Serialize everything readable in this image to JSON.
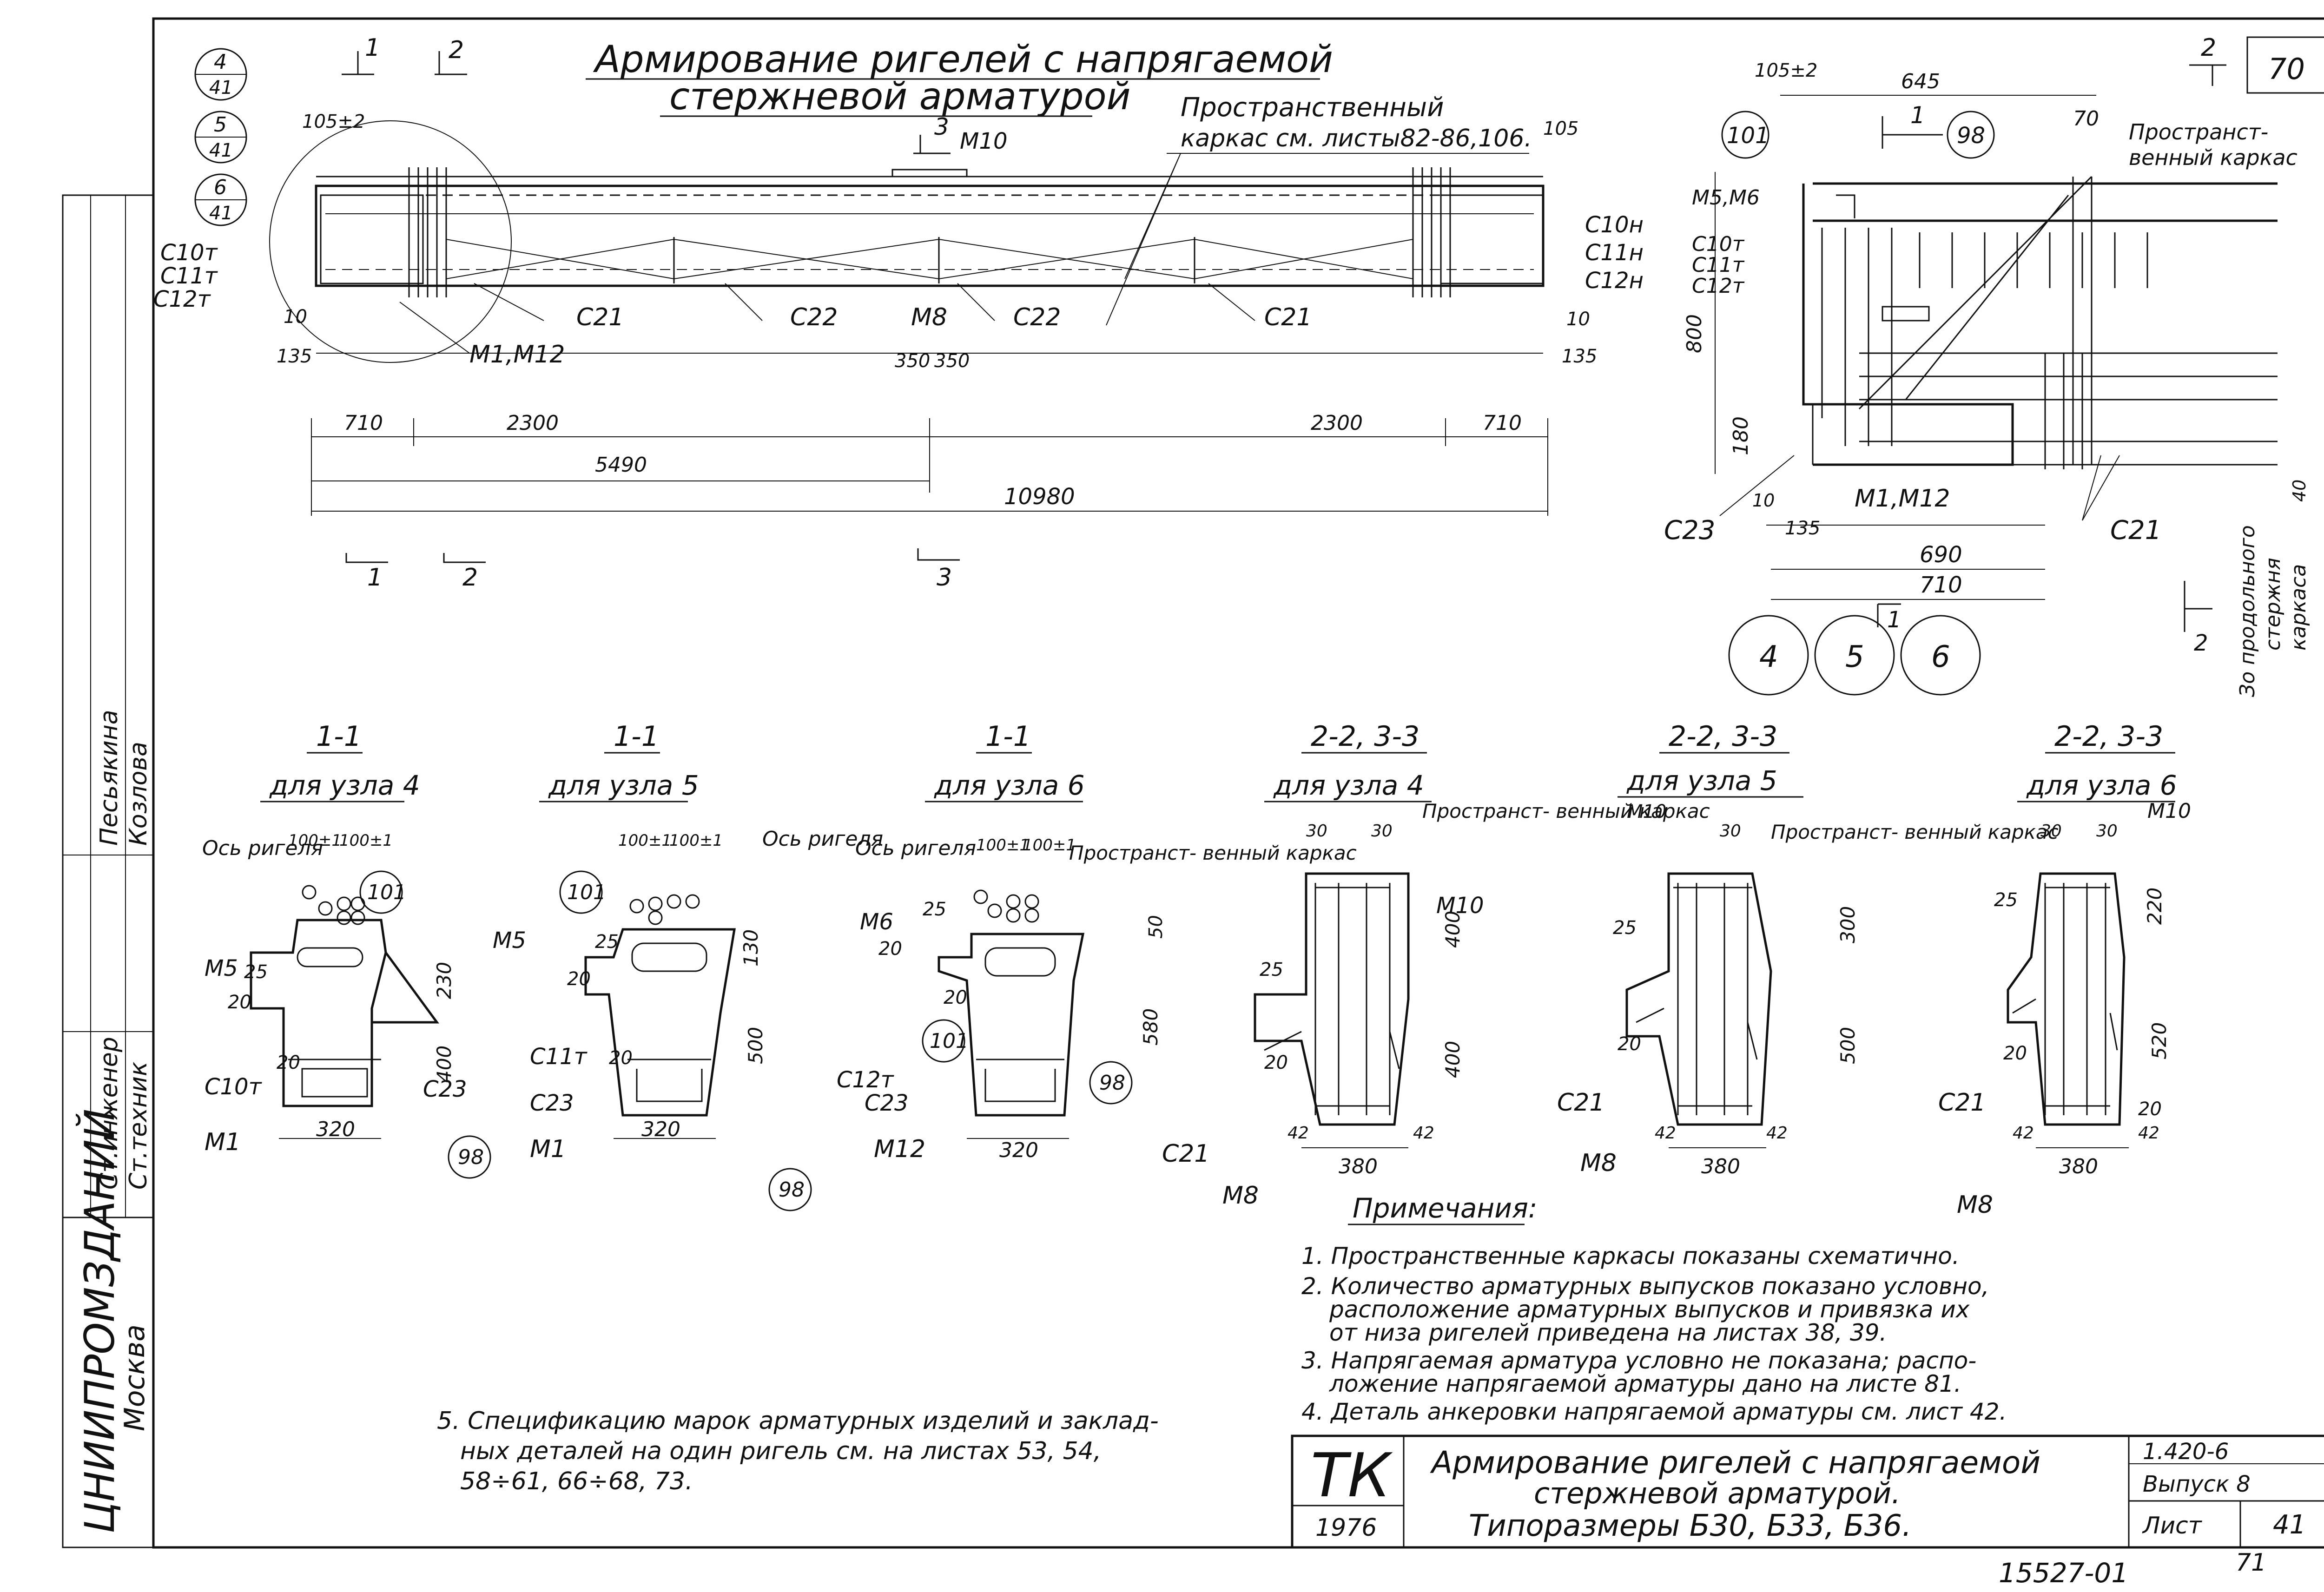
{
  "sheet": {
    "main_title_line1": "Армирование ригелей с напрягаемой",
    "main_title_line2": "стержневой арматурой",
    "page_number_top": "70",
    "drawing_number": "15527-01",
    "page_number_bottom": "71"
  },
  "callouts_top": {
    "node4": {
      "top": "4",
      "bottom": "41"
    },
    "node5": {
      "top": "5",
      "bottom": "41"
    },
    "node6": {
      "top": "6",
      "bottom": "41"
    }
  },
  "elevation": {
    "section_mark_1": "1",
    "section_mark_2": "2",
    "section_mark_3": "3",
    "m10_top": "М10",
    "frame_note_line1": "Пространственный",
    "frame_note_line2": "каркас см. листы82-86,106.",
    "dim_105_left": "105±2",
    "dim_105_right": "105",
    "labels_left": [
      "С10т",
      "С11т",
      "С12т"
    ],
    "labels_right": [
      "С10н",
      "С11н",
      "С12н"
    ],
    "c21_left": "С21",
    "c22_left": "С22",
    "m8": "М8",
    "c22_right": "С22",
    "c21_right": "С21",
    "m1m12": "М1,М12",
    "dim_10": "10",
    "dim_135": "135",
    "dim_350a": "350",
    "dim_350b": "350",
    "dim_710": "710",
    "dim_2300": "2300",
    "dim_5490": "5490",
    "dim_10980": "10980"
  },
  "end_detail": {
    "section_mark_2": "2",
    "section_mark_1": "1",
    "section_mark_bottom_1": "1",
    "section_mark_bottom_2": "2",
    "dim_105": "105±2",
    "dim_645": "645",
    "dim_70": "70",
    "bubble_101": "101",
    "bubble_98": "98",
    "m5m6": "М5,М6",
    "c_labels": [
      "С10т",
      "С11т",
      "С12т"
    ],
    "frame_note_line1": "Пространст-",
    "frame_note_line2": "венный каркас",
    "dim_800": "800",
    "dim_180": "180",
    "c23": "С23",
    "m1m12": "М1,М12",
    "c21": "С21",
    "dim_10": "10",
    "dim_135": "135",
    "dim_690": "690",
    "dim_710": "710",
    "dim_40": "40",
    "rod_note_line1": "Зо продольного",
    "rod_note_line2": "стержня",
    "rod_note_line3": "каркаса",
    "circles": [
      "4",
      "5",
      "6"
    ]
  },
  "sections": [
    {
      "title": "1-1",
      "sub": "для узла 4",
      "axis": "Ось ригеля",
      "d100a": "100±1",
      "d100b": "100±1",
      "m": "М5",
      "d25": "25",
      "d20a": "20",
      "d20b": "20",
      "c": "С10т",
      "m1": "М1",
      "d230": "230",
      "d400": "400",
      "c23": "С23",
      "w": "320",
      "b98": "98",
      "b101": "101"
    },
    {
      "title": "1-1",
      "sub": "для узла 5",
      "axis": "Ось ригеля",
      "d100a": "100±1",
      "d100b": "100±1",
      "m": "М5",
      "d25": "25",
      "d20a": "20",
      "d20b": "20",
      "c": "С11т",
      "c23": "С23",
      "m1": "М1",
      "d130": "130",
      "d500": "500",
      "w": "320",
      "b98": "98",
      "b101": "101"
    },
    {
      "title": "1-1",
      "sub": "для узла 6",
      "axis": "Ось ригеля",
      "d100a": "100±1",
      "d100b": "100±1",
      "m": "М6",
      "d25": "25",
      "d20a": "20",
      "d20b": "20",
      "frame": "Пространст- венный каркас",
      "c": "С12т",
      "c23": "С23",
      "m12": "М12",
      "d50": "50",
      "d580": "580",
      "w": "320",
      "b98": "98",
      "b101": "101"
    },
    {
      "title": "2-2, 3-3",
      "sub": "для узла 4",
      "d30a": "30",
      "d30b": "30",
      "frame": "Пространст- венный каркас",
      "m10": "М10",
      "d25": "25",
      "d20": "20",
      "d400a": "400",
      "d400b": "400",
      "c21": "С21",
      "m8": "М8",
      "d42a": "42",
      "d42b": "42",
      "w": "380"
    },
    {
      "title": "2-2, 3-3",
      "sub": "для узла 5",
      "m10": "М10",
      "d30a": "30",
      "frame": "Пространст- венный каркас",
      "d25": "25",
      "d20": "20",
      "d300": "300",
      "d500": "500",
      "c21": "С21",
      "m8": "М8",
      "d42a": "42",
      "d42b": "42",
      "w": "380"
    },
    {
      "title": "2-2, 3-3",
      "sub": "для узла 6",
      "d30a": "30",
      "d30b": "30",
      "m10": "М10",
      "d25": "25",
      "d20a": "20",
      "d20b": "20",
      "d220": "220",
      "d520": "520",
      "c21": "С21",
      "m8": "М8",
      "d42a": "42",
      "d42b": "42",
      "w": "380"
    }
  ],
  "notes": {
    "heading": "Примечания:",
    "items": [
      "1. Пространственные каркасы показаны схематично.",
      "2. Количество арматурных выпусков показано условно,",
      "расположение арматурных выпусков и привязка их",
      "от низа ригелей приведена на листах 38, 39.",
      "3. Напрягаемая арматура условно не показана; распо-",
      "ложение напрягаемой арматуры дано на листе 81.",
      "4. Деталь анкеровки напрягаемой арматуры см. лист 42."
    ],
    "note5_line1": "5. Спецификацию марок арматурных изделий и заклад-",
    "note5_line2": "ных деталей на один ригель см. на листах 53, 54,",
    "note5_line3": "58÷61, 66÷68, 73."
  },
  "title_block": {
    "tk": "ТК",
    "year": "1976",
    "title_line1": "Армирование ригелей с напрягаемой",
    "title_line2": "стержневой арматурой.",
    "title_line3": "Типоразмеры Б30, Б33, Б36.",
    "series": "1.420-6",
    "issue": "Выпуск 8",
    "sheet_label": "Лист",
    "sheet_no": "41"
  },
  "side_stamp": {
    "org": "ЦНИИПРОМЗДАНИЙ",
    "city": "Москва",
    "role1": "Ст.инженер",
    "role2": "Ст.техник",
    "name1": "Песьякина",
    "name2": "Козлова"
  }
}
